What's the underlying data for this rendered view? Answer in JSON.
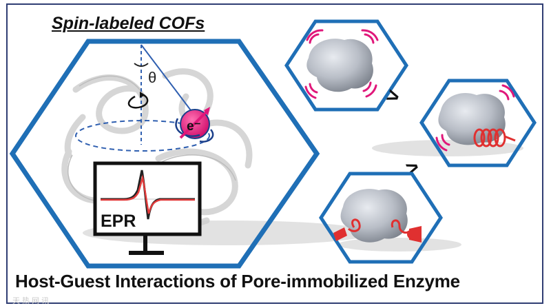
{
  "title": "Spin-labeled COFs",
  "caption": "Host-Guest Interactions of Pore-immobilized Enzyme",
  "angle_label": "θ",
  "electron_label": "e⁻",
  "monitor_label": "EPR",
  "comparison_symbols": [
    ">",
    ">"
  ],
  "watermark": "天 热 网 讯",
  "colors": {
    "hexagon": "#1f6fb6",
    "spin_dot": "#e0177a",
    "epr_curve": "#e23b3b",
    "motion_marks": "#e0177a",
    "linker": "#e03030"
  }
}
